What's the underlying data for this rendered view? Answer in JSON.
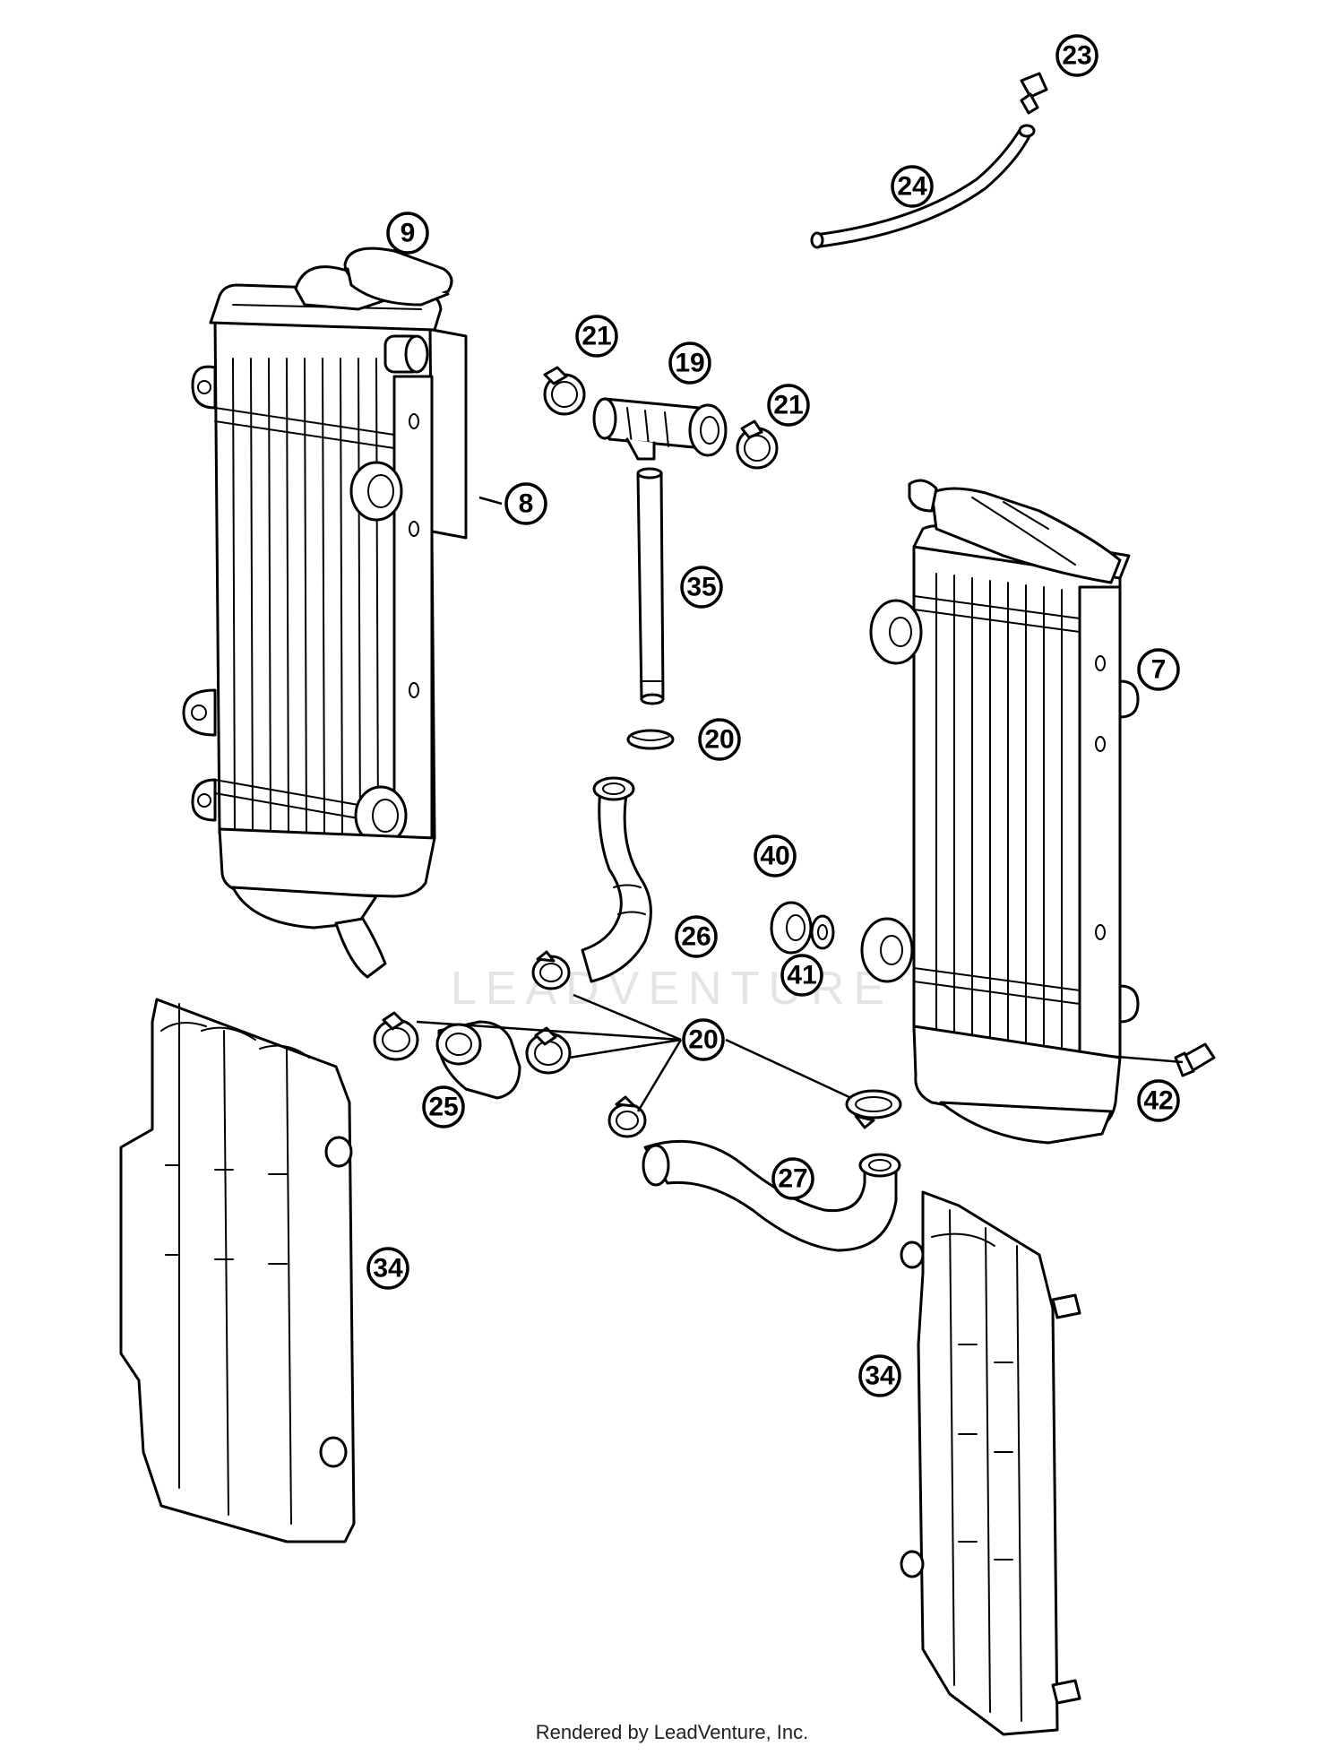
{
  "diagram": {
    "watermark": "LEADVENTURE",
    "footer": "Rendered by LeadVenture, Inc.",
    "callouts": [
      {
        "id": "c23",
        "label": "23"
      },
      {
        "id": "c24",
        "label": "24"
      },
      {
        "id": "c9",
        "label": "9"
      },
      {
        "id": "c21a",
        "label": "21"
      },
      {
        "id": "c19",
        "label": "19"
      },
      {
        "id": "c21b",
        "label": "21"
      },
      {
        "id": "c8",
        "label": "8"
      },
      {
        "id": "c35",
        "label": "35"
      },
      {
        "id": "c7",
        "label": "7"
      },
      {
        "id": "c20a",
        "label": "20"
      },
      {
        "id": "c40",
        "label": "40"
      },
      {
        "id": "c26",
        "label": "26"
      },
      {
        "id": "c41",
        "label": "41"
      },
      {
        "id": "c20b",
        "label": "20"
      },
      {
        "id": "c25",
        "label": "25"
      },
      {
        "id": "c42",
        "label": "42"
      },
      {
        "id": "c27",
        "label": "27"
      },
      {
        "id": "c34a",
        "label": "34"
      },
      {
        "id": "c34b",
        "label": "34"
      }
    ]
  }
}
